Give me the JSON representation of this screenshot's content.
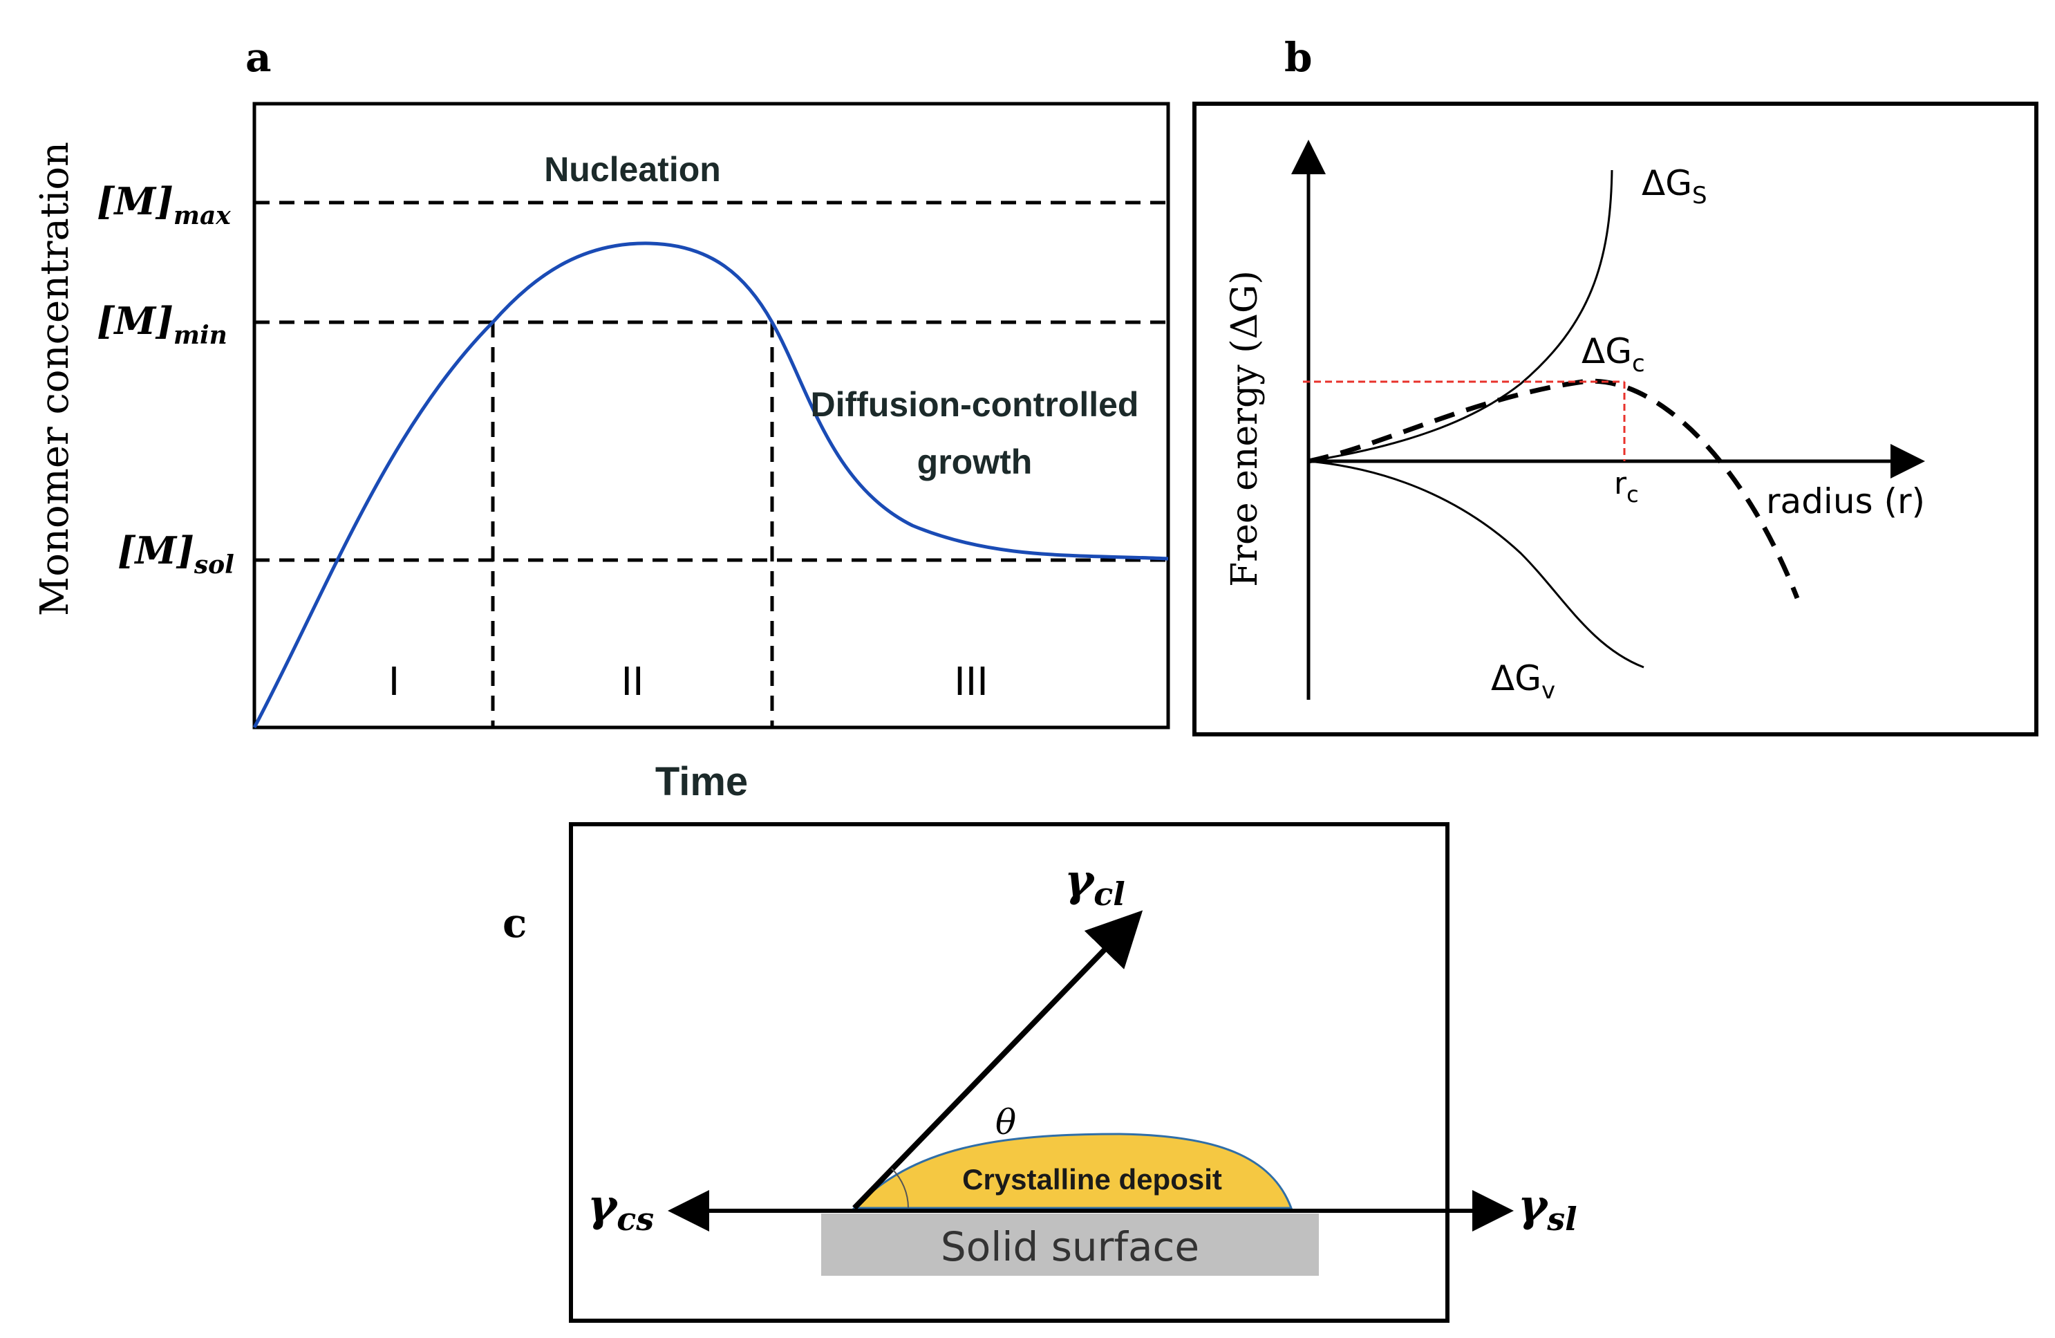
{
  "panel_a": {
    "label": "a",
    "y_axis_label": "Monomer concentration",
    "x_axis_label": "Time",
    "levels": {
      "max": {
        "bracket": "[M]",
        "sub": "max"
      },
      "min": {
        "bracket": "[M]",
        "sub": "min"
      },
      "sol": {
        "bracket": "[M]",
        "sub": "sol"
      }
    },
    "nucleation_label": "Nucleation",
    "growth_label_line1": "Diffusion-controlled",
    "growth_label_line2": "growth",
    "stages": [
      "I",
      "II",
      "III"
    ],
    "curve_color": "#1a4bb5"
  },
  "panel_b": {
    "label": "b",
    "y_axis_label": "Free energy (ΔG)",
    "x_axis_label": "radius (r)",
    "dGs": {
      "main": "ΔG",
      "sub": "S"
    },
    "dGc": {
      "main": "ΔG",
      "sub": "c"
    },
    "dGv": {
      "main": "ΔG",
      "sub": "v"
    },
    "rc": {
      "main": "r",
      "sub": "c"
    },
    "guide_color": "#e8322b"
  },
  "panel_c": {
    "label": "c",
    "gamma_cl": {
      "main": "γ",
      "sub": "cl"
    },
    "gamma_cs": {
      "main": "γ",
      "sub": "cs"
    },
    "gamma_sl": {
      "main": "γ",
      "sub": "sl"
    },
    "theta": "θ",
    "deposit_label": "Crystalline deposit",
    "surface_label": "Solid surface",
    "deposit_color": "#f5c842",
    "surface_color": "#c0c0c0"
  }
}
